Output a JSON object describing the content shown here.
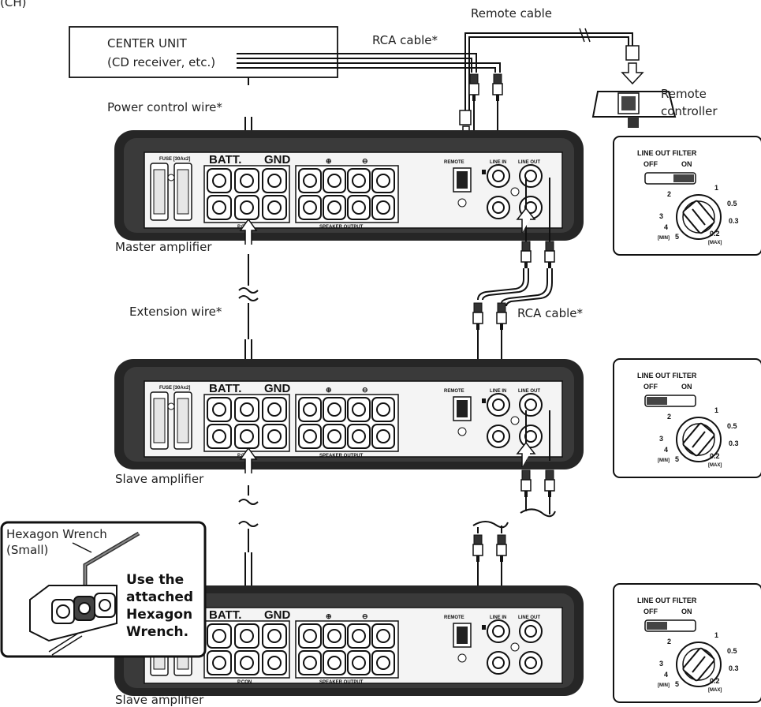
{
  "top_left_fragment": "(CH)",
  "center_unit": {
    "line1": "CENTER UNIT",
    "line2": "(CD receiver, etc.)"
  },
  "labels": {
    "remote_cable": "Remote cable",
    "rca_cable_top": "RCA cable*",
    "power_control_wire": "Power control wire*",
    "remote_controller_1": "Remote",
    "remote_controller_2": "controller",
    "master_amplifier": "Master amplifier",
    "extension_wire": "Extension wire*",
    "rca_cable_mid": "RCA cable*",
    "slave_amplifier_1": "Slave amplifier",
    "slave_amplifier_2": "Slave amplifier"
  },
  "amp_panel": {
    "fuse": "FUSE [30Ax2]",
    "batt": "BATT.",
    "gnd": "GND",
    "pcon": "P.CON",
    "speaker_output": "SPEAKER OUTPUT",
    "remote": "REMOTE",
    "line_in": "LINE IN",
    "line_out": "LINE OUT",
    "plus": "⊕",
    "minus": "⊖"
  },
  "filter_box": {
    "title": "LINE OUT FILTER",
    "off": "OFF",
    "on": "ON",
    "v1": "1",
    "v2": "2",
    "v3": "3",
    "v4": "4",
    "v5": "5",
    "min": "[MIN]",
    "v05": "0.5",
    "v03": "0.3",
    "v02": "0.2",
    "max": "[MAX]"
  },
  "wrench_inset": {
    "title1": "Hexagon Wrench",
    "title2": "(Small)",
    "instr1": "Use the",
    "instr2": "attached",
    "instr3": "Hexagon",
    "instr4": "Wrench."
  }
}
